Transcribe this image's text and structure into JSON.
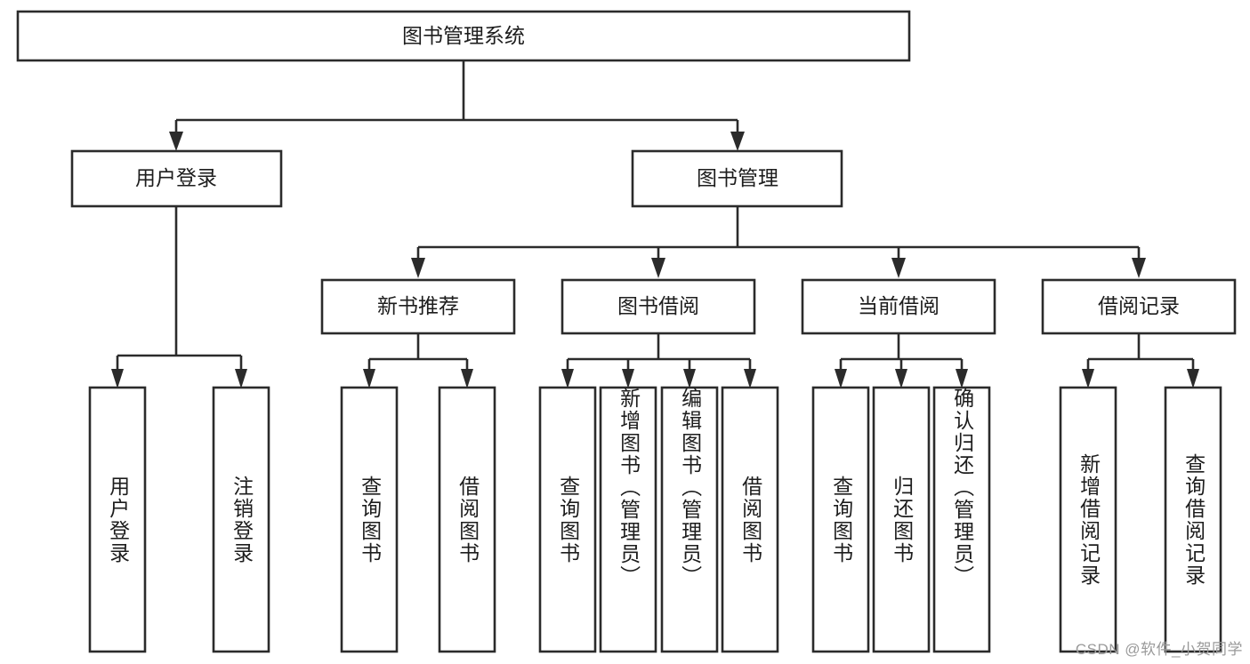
{
  "diagram": {
    "type": "tree",
    "title": "图书管理系统",
    "watermark": "CSDN @软件_小贺同学",
    "colors": {
      "stroke": "#2b2b2b",
      "fill": "#ffffff",
      "text": "#1d1d1d",
      "watermark": "#9a9a9a"
    },
    "root": {
      "label": "图书管理系统"
    },
    "level1": [
      {
        "label": "用户登录"
      },
      {
        "label": "图书管理"
      }
    ],
    "level2": [
      {
        "label": "新书推荐"
      },
      {
        "label": "图书借阅"
      },
      {
        "label": "当前借阅"
      },
      {
        "label": "借阅记录"
      }
    ],
    "leaves": {
      "user_login": [
        {
          "label": "用户登录"
        },
        {
          "label": "注销登录"
        }
      ],
      "new_book": [
        {
          "label": "查询图书"
        },
        {
          "label": "借阅图书"
        }
      ],
      "book_borrow": [
        {
          "label": "查询图书"
        },
        {
          "label": "新增图书（管理员）"
        },
        {
          "label": "编辑图书（管理员）"
        },
        {
          "label": "借阅图书"
        }
      ],
      "current_borrow": [
        {
          "label": "查询图书"
        },
        {
          "label": "归还图书"
        },
        {
          "label": "确认归还（管理员）"
        }
      ],
      "borrow_record": [
        {
          "label": "新增借阅记录"
        },
        {
          "label": "查询借阅记录"
        }
      ]
    }
  }
}
